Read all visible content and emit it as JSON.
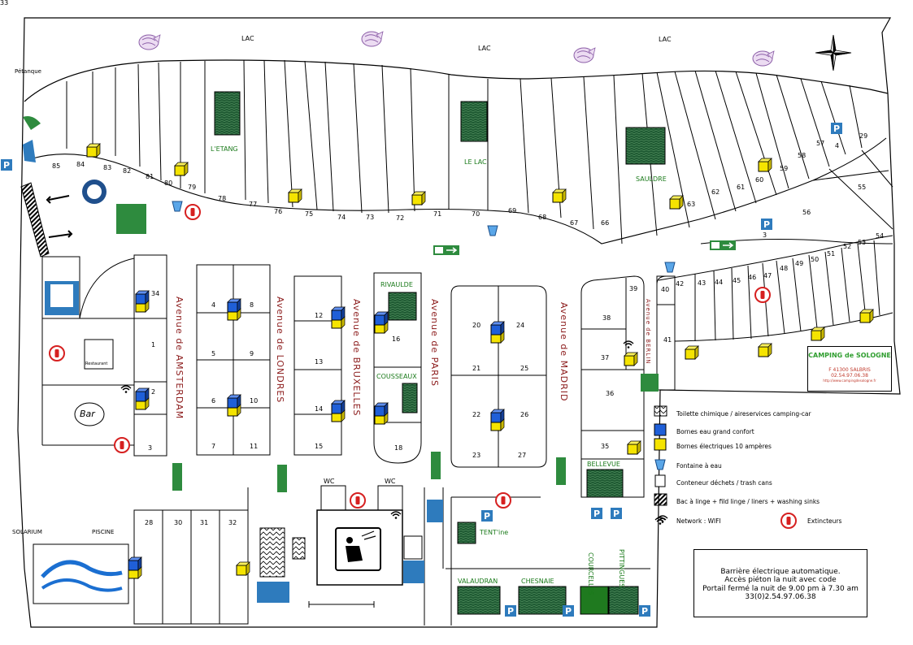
{
  "labels": {
    "lac": "LAC",
    "petanque": "Pétanque",
    "solarium": "SOLARIUM",
    "piscine": "PISCINE",
    "restaurant": "Restaurant",
    "bar": "Bar",
    "wc1": "WC",
    "wc2": "WC"
  },
  "avenues": {
    "amsterdam": "Avenue de AMSTERDAM",
    "londres": "Avenue de LONDRES",
    "bruxelles": "Avenue de BRUXELLES",
    "paris": "Avenue de PARIS",
    "madrid": "Avenue de MADRID",
    "berlin": "Avenue de BERLIN"
  },
  "areas": {
    "etang": "L'ETANG",
    "le_lac": "LE LAC",
    "sauldre": "SAULDRE",
    "rivaulde": "RIVAULDE",
    "cousseaux": "COUSSEAUX",
    "bellevue": "BELLEVUE",
    "tentine": "TENT'ine",
    "valaudran": "VALAUDRAN",
    "chesnaie": "CHESNAIE",
    "courcelles": "COURCELLES",
    "pittingues": "PITTINGUES"
  },
  "pitches": [
    "85",
    "84",
    "83",
    "82",
    "81",
    "80",
    "79",
    "78",
    "77",
    "76",
    "75",
    "74",
    "73",
    "72",
    "71",
    "70",
    "69",
    "68",
    "67",
    "66",
    "63",
    "62",
    "61",
    "60",
    "59",
    "58",
    "57",
    "4",
    "29",
    "55",
    "56",
    "3",
    "54",
    "53",
    "52",
    "51",
    "50",
    "49",
    "48",
    "47",
    "46",
    "45",
    "44",
    "43",
    "42",
    "40",
    "41",
    "39",
    "38",
    "37",
    "36",
    "35",
    "34",
    "1",
    "2",
    "3",
    "4",
    "5",
    "6",
    "7",
    "8",
    "9",
    "10",
    "11",
    "12",
    "13",
    "14",
    "15",
    "16",
    "18",
    "20",
    "21",
    "22",
    "23",
    "24",
    "25",
    "26",
    "27",
    "28",
    "30",
    "31",
    "32",
    "33"
  ],
  "legend": [
    "Toilette chimique / aireservices camping-car",
    "Bornes eau grand confort",
    "Bornes électriques 10 ampères",
    "Fontaine à eau",
    "Conteneur déchets / trash cans",
    "Bac à linge + fild linge / liners + washing sinks",
    "Network : WIFI",
    "Extincteurs"
  ],
  "logo": {
    "name": "CAMPING de SOLOGNE",
    "town": "F 41300  SALBRIS",
    "phone": "02.54.97.06.38",
    "web": "http://www.campingdesologne.fr"
  },
  "info": {
    "line1": "Barrière électrique automatique.",
    "line2": "Accès piéton la nuit avec code",
    "line3": "Portail fermé la nuit de 9.00 pm à 7.30 am",
    "line4": "33(0)2.54.97.06.38"
  },
  "colors": {
    "water": "#1f5fd8",
    "electric": "#f5e400",
    "tree": "#1f5a33",
    "avenue": "#8b1a1a",
    "sign_green": "#2e8b3e",
    "parking": "#2e7bbd",
    "extinguisher": "#d62020"
  }
}
